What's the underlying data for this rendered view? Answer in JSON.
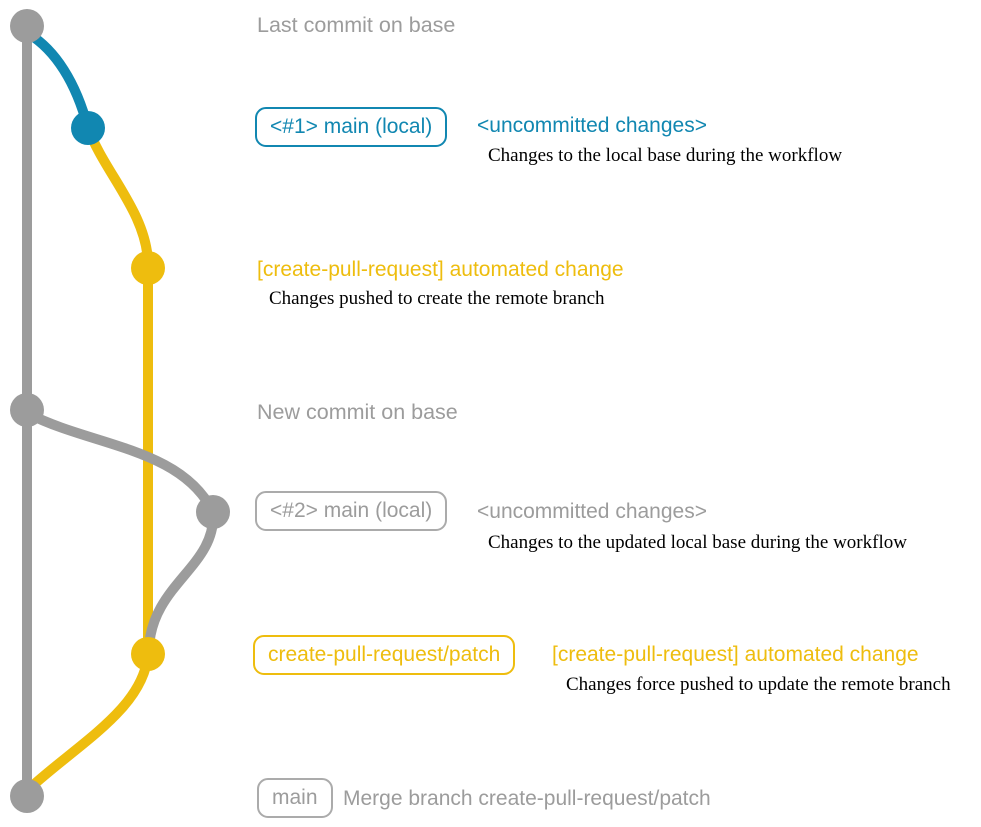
{
  "colors": {
    "base_gray": "#9c9c9c",
    "local_blue": "#1187b1",
    "branch_yellow": "#eebd0e",
    "description_black": "#000000",
    "background": "#ffffff"
  },
  "graph": {
    "node_colors_top_to_bottom": [
      "gray",
      "blue",
      "yellow",
      "gray",
      "gray",
      "yellow",
      "gray"
    ]
  },
  "annotations": {
    "last_commit_note": "Last commit on base",
    "row1": {
      "badge": "<#1> main (local)",
      "title": "<uncommitted changes>",
      "desc": "Changes to the local base during the workflow"
    },
    "row2": {
      "title": "[create-pull-request] automated change",
      "desc": "Changes pushed to create the remote branch"
    },
    "new_commit_note": "New commit on base",
    "row3": {
      "badge": "<#2> main (local)",
      "title": "<uncommitted changes>",
      "desc": "Changes to the updated local base during the workflow"
    },
    "row4": {
      "badge": "create-pull-request/patch",
      "title": "[create-pull-request] automated change",
      "desc": "Changes force pushed to update the remote branch"
    },
    "row5": {
      "badge": "main",
      "desc": "Merge branch create-pull-request/patch"
    }
  }
}
